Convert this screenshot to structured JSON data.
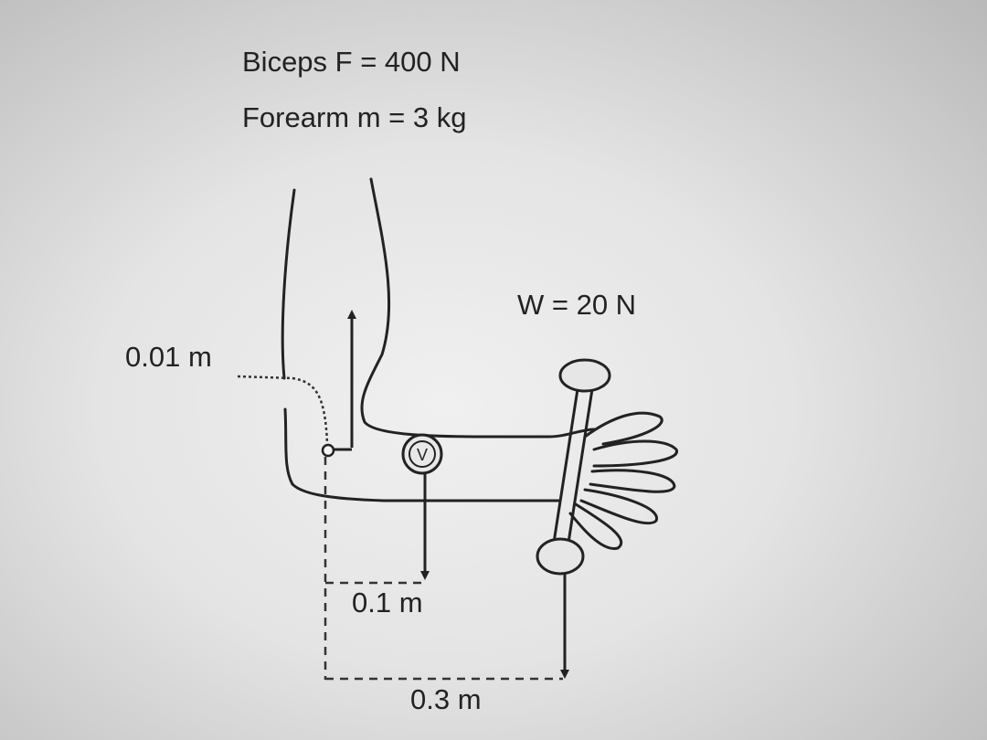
{
  "given": {
    "biceps_force": "Biceps F = 400 N",
    "forearm_mass": "Forearm m = 3 kg"
  },
  "diagram": {
    "weight_label": "W =  20 N",
    "biceps_lever_arm": "0.01 m",
    "forearm_lever_arm": "0.1 m",
    "weight_lever_arm": "0.3 m",
    "cog_marker": "V"
  }
}
